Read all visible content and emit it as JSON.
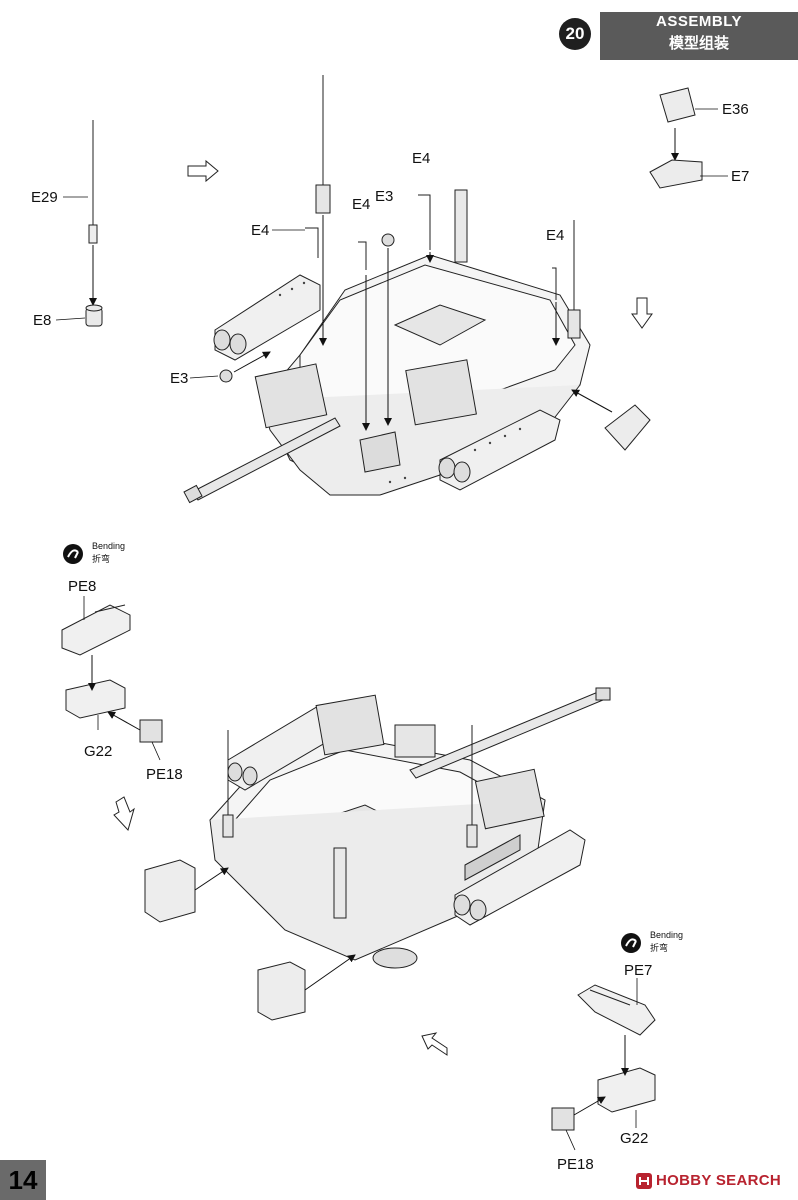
{
  "header": {
    "step_number": "20",
    "title": "ASSEMBLY",
    "subtitle": "模型组装"
  },
  "page_number": "14",
  "watermark": {
    "brand": "HOBBY SEARCH",
    "icon": "hobby-search-logo-icon"
  },
  "bending_notes": [
    {
      "title": "Bending",
      "subtitle": "折弯",
      "icon": "bending-icon"
    },
    {
      "title": "Bending",
      "subtitle": "折弯",
      "icon": "bending-icon"
    }
  ],
  "callouts": {
    "e29": "E29",
    "e8": "E8",
    "e4_a": "E4",
    "e4_b": "E4",
    "e4_c": "E4",
    "e4_d": "E4",
    "e3_a": "E3",
    "e3_b": "E3",
    "e36": "E36",
    "e7": "E7",
    "pe8": "PE8",
    "g22_a": "G22",
    "pe18_a": "PE18",
    "pe7": "PE7",
    "g22_b": "G22",
    "pe18_b": "PE18"
  }
}
